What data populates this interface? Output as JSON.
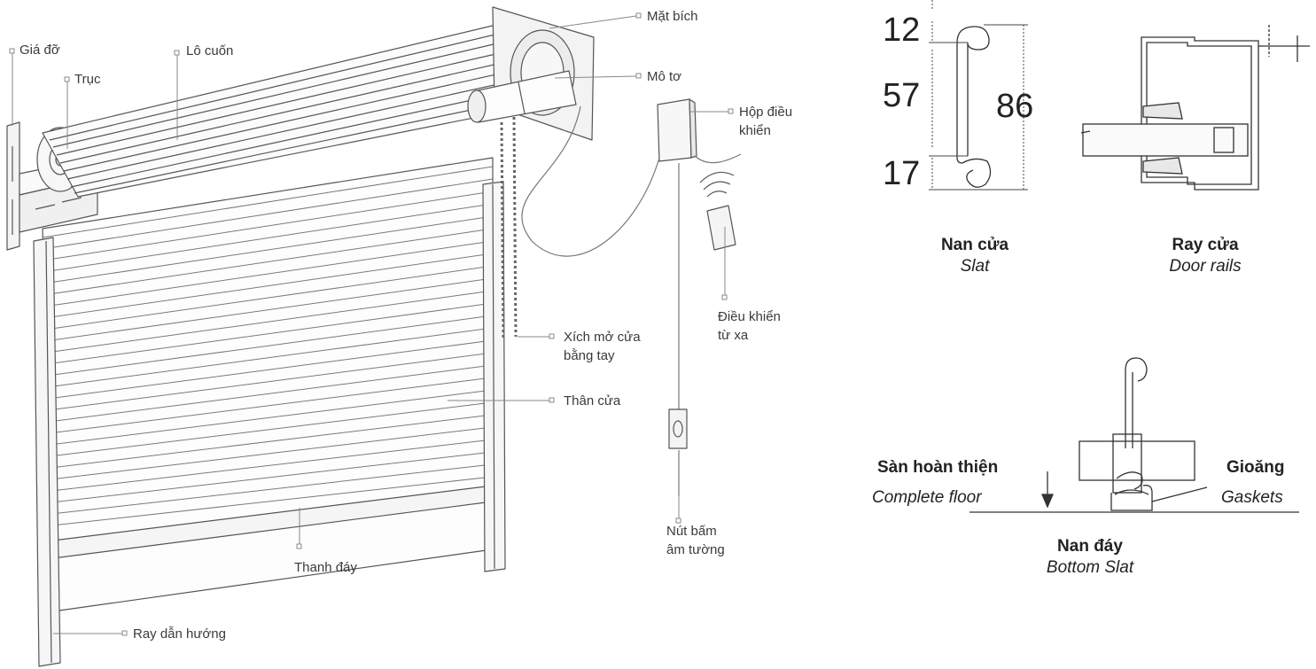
{
  "door_labels": {
    "bracket": "Giá đỡ",
    "roll": "Lô cuốn",
    "shaft": "Trục",
    "flange": "Mặt bích",
    "motor": "Mô tơ",
    "control_box_1": "Hộp điều",
    "control_box_2": "khiển",
    "remote_1": "Điều khiển",
    "remote_2": "từ xa",
    "chain_1": "Xích mở cửa",
    "chain_2": "bằng tay",
    "body": "Thân cửa",
    "button_1": "Nút bấm",
    "button_2": "âm tường",
    "bottom_bar": "Thanh đáy",
    "guide_rail": "Ray dẫn hướng"
  },
  "slat_dimensions": {
    "top": "12",
    "middle": "57",
    "total": "86",
    "bottom": "17"
  },
  "captions": {
    "slat_vi": "Nan cửa",
    "slat_en": "Slat",
    "rails_vi": "Ray cửa",
    "rails_en": "Door rails",
    "bottom_vi": "Nan đáy",
    "bottom_en": "Bottom Slat",
    "floor_vi": "Sàn hoàn thiện",
    "floor_en": "Complete floor",
    "gasket_vi": "Gioăng",
    "gasket_en": "Gaskets"
  }
}
